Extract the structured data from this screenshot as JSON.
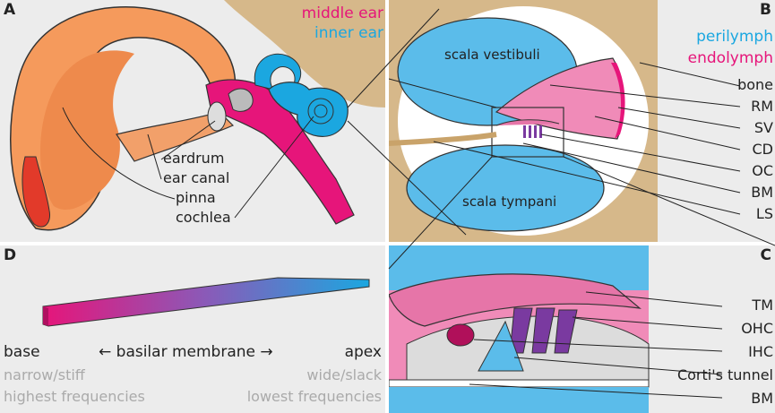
{
  "panels": {
    "a": {
      "letter": "A",
      "legend_middle": "middle ear",
      "legend_inner": "inner ear",
      "labels": {
        "eardrum": "eardrum",
        "ear_canal": "ear canal",
        "pinna": "pinna",
        "cochlea": "cochlea"
      }
    },
    "b": {
      "letter": "B",
      "legend_perilymph": "perilymph",
      "legend_endolymph": "endolymph",
      "scala_vestibuli": "scala vestibuli",
      "scala_tympani": "scala tympani",
      "labels": [
        "bone",
        "RM",
        "SV",
        "CD",
        "OC",
        "BM",
        "LS"
      ]
    },
    "c": {
      "letter": "C",
      "labels": [
        "TM",
        "OHC",
        "IHC",
        "Corti's tunnel",
        "BM"
      ]
    },
    "d": {
      "letter": "D",
      "base": "base",
      "membrane": "← basilar membrane →",
      "apex": "apex",
      "narrow": "narrow/stiff",
      "wide": "wide/slack",
      "highest": "highest frequencies",
      "lowest": "lowest frequencies"
    }
  },
  "colors": {
    "middle_ear": "#e6157a",
    "inner_ear": "#1ba7e0",
    "bone": "#d6b88a",
    "panel_bg": "#ececec"
  }
}
